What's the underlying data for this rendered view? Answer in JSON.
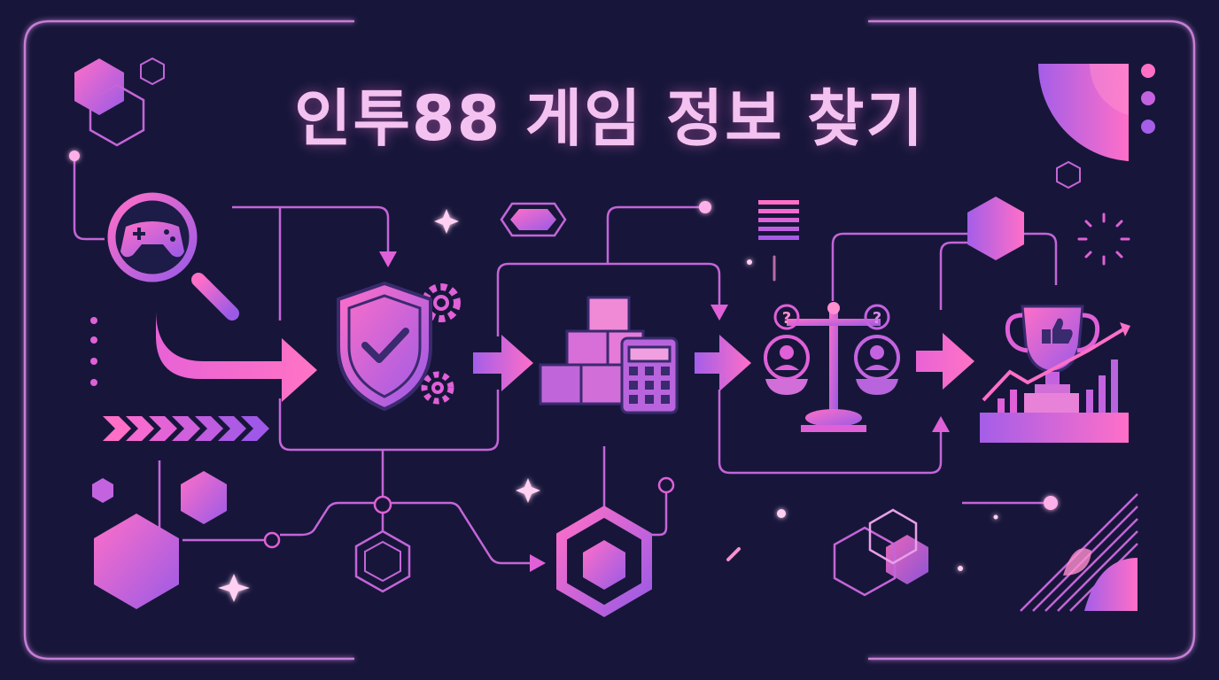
{
  "title": "인투88 게임 정보 찾기",
  "colors": {
    "background": "#17163a",
    "pink": "#ff6fc8",
    "magenta": "#e05bd8",
    "violet": "#a45ee8",
    "line": "#c465d8",
    "title": "#f4c2f0"
  },
  "steps": [
    {
      "id": "search",
      "icon": "magnifier-gamepad-icon"
    },
    {
      "id": "verify",
      "icon": "shield-check-gears-icon"
    },
    {
      "id": "calculate",
      "icon": "blocks-calculator-icon"
    },
    {
      "id": "compare",
      "icon": "scale-people-icon"
    },
    {
      "id": "achieve",
      "icon": "trophy-chart-icon"
    }
  ],
  "question_marks": [
    "?",
    "?"
  ]
}
